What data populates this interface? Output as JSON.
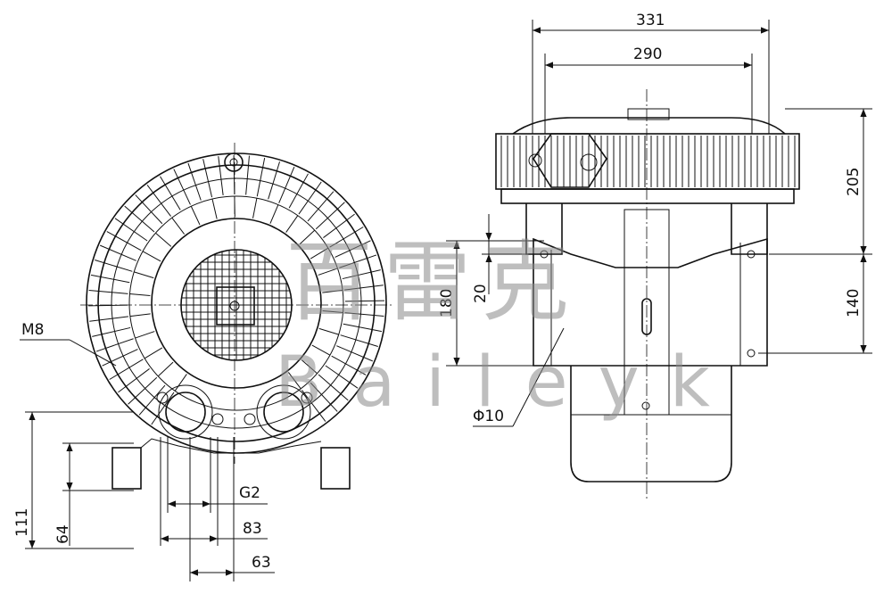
{
  "watermark": {
    "chinese": "百雷克",
    "latin": "Baileyk"
  },
  "left_view": {
    "labels": {
      "thread": "M8",
      "port": "G2"
    },
    "dimensions": {
      "d111": "111",
      "d64": "64",
      "d83": "83",
      "d63": "63"
    }
  },
  "right_view": {
    "dimensions": {
      "d331": "331",
      "d290": "290",
      "d205": "205",
      "d140": "140",
      "d180": "180",
      "d20": "20",
      "hole": "Φ10"
    }
  }
}
